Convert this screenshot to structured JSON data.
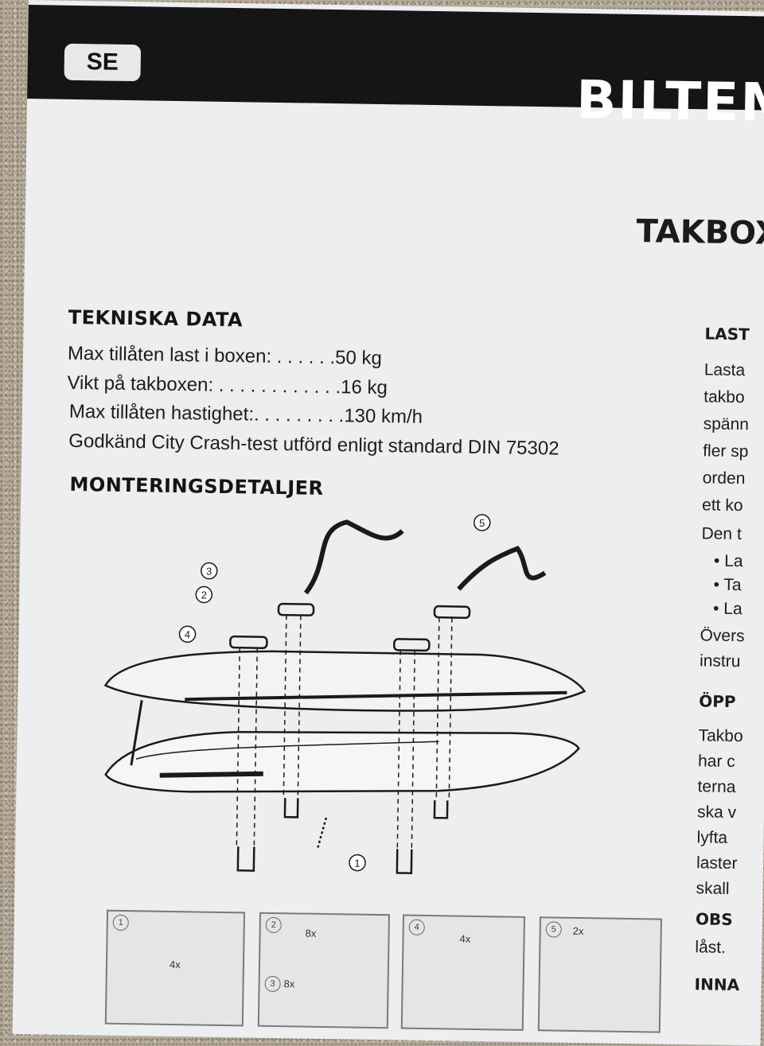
{
  "header": {
    "lang_badge": "SE",
    "brand": "BILTEM"
  },
  "product_title": "TAKBOX",
  "tech": {
    "heading": "TEKNISKA DATA",
    "rows": [
      "Max tillåten last i boxen: . . . . . .50 kg",
      "Vikt på takboxen:  . . . . . . . . . . . .16 kg",
      "Max tillåten hastighet:. . . . . . . . .130 km/h",
      "Godkänd City Crash-test utförd enligt standard DIN 75302"
    ]
  },
  "mount": {
    "heading": "MONTERINGSDETALJER",
    "callouts": [
      "3",
      "2",
      "4",
      "5",
      "1"
    ],
    "parts": [
      {
        "num": "1",
        "qty": "4x"
      },
      {
        "num": "2",
        "qty": "8x"
      },
      {
        "num": "3",
        "qty": "8x"
      },
      {
        "num": "4",
        "qty": "4x"
      },
      {
        "num": "5",
        "qty": "2x"
      }
    ]
  },
  "right_column": {
    "heading1": "LAST",
    "lines1": [
      "Lasta",
      "takbo",
      "spänn",
      "fler sp",
      "orden",
      "ett ko"
    ],
    "line_den": "Den t",
    "bullets": [
      "• La",
      "• Ta",
      "• La"
    ],
    "lines2": [
      "Övers",
      "instru"
    ],
    "heading2": "ÖPP",
    "lines3": [
      "Takbo",
      "har c",
      "terna",
      "ska v",
      "lyfta",
      "laster",
      "skall"
    ],
    "heading3": "OBS",
    "line_last": "låst.",
    "heading4": "INNA"
  },
  "colors": {
    "band": "#151515",
    "paper": "#eceef0",
    "ink": "#1c1c1c"
  }
}
